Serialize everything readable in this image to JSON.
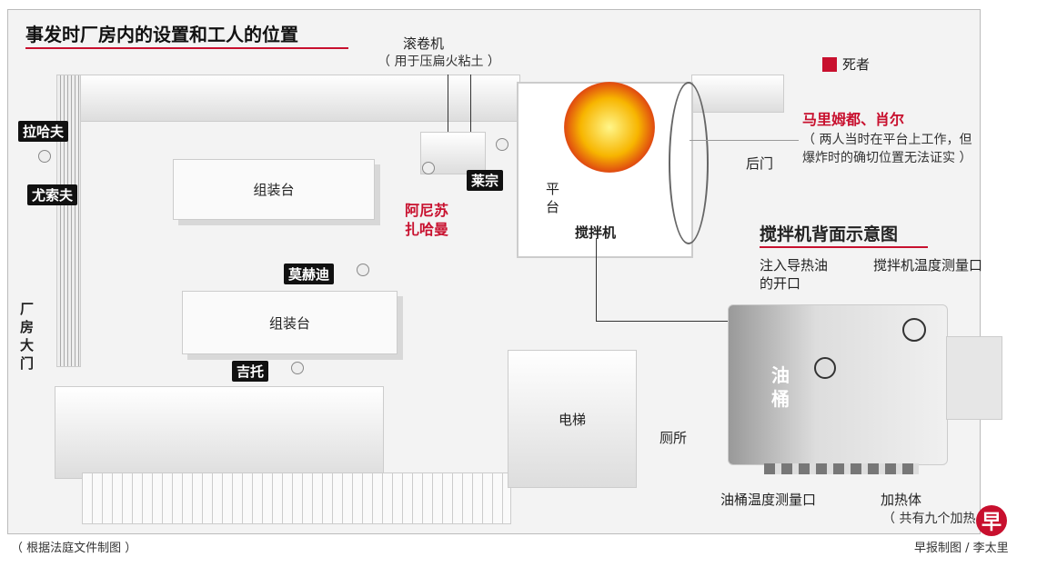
{
  "title": "事发时厂房内的设置和工人的位置",
  "legend": {
    "color": "#c8102e",
    "label": "死者"
  },
  "machines": {
    "roller": "滚卷机",
    "roller_note": "（ 用于压扁火粘土 ）",
    "platform": "平\n台",
    "mixer": "搅拌机"
  },
  "areas": {
    "table1": "组装台",
    "table2": "组装台",
    "elevator": "电梯",
    "toilet": "厕所",
    "back_door": "后门",
    "main_door": "厂房大门"
  },
  "workers": [
    "拉哈夫",
    "尤索夫",
    "莱宗",
    "莫赫迪",
    "吉托"
  ],
  "dead_workers": {
    "a": "阿尼苏",
    "b": "扎哈曼"
  },
  "victims": {
    "names": "马里姆都、肖尔",
    "note1": "（ 两人当时在平台上工作，但",
    "note2": "爆炸时的确切位置无法证实 ）"
  },
  "inset": {
    "title": "搅拌机背面示意图",
    "oil_inlet1": "注入导热油",
    "oil_inlet2": "的开口",
    "mixer_temp": "搅拌机温度测量口",
    "drum": "油\n桶",
    "drum_temp": "油桶温度测量口",
    "heater": "加热体",
    "heater_note": "（ 共有九个加热"
  },
  "footer": {
    "source": "（ 根据法庭文件制图 ）",
    "credit": "早报制图 / 李太里",
    "logo": "早"
  }
}
